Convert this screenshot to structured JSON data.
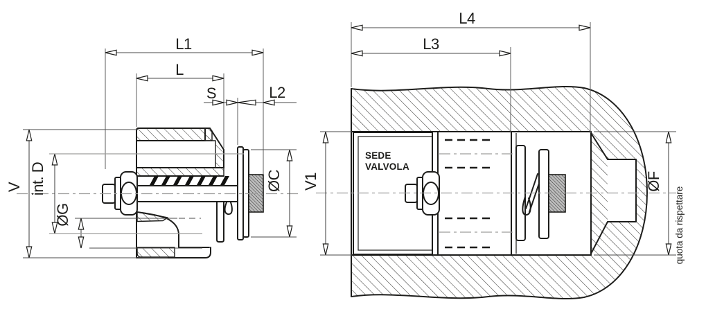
{
  "drawing": {
    "type": "technical-section-drawing",
    "left_view": {
      "dim_labels": {
        "L1": "L1",
        "L": "L",
        "S": "S",
        "L2": "L2",
        "V": "V",
        "intD": "int. D",
        "OG": "ØG",
        "OC": "ØC"
      }
    },
    "right_view": {
      "dim_labels": {
        "L4": "L4",
        "L3": "L3",
        "V1": "V1",
        "OF": "ØF"
      },
      "seat_label_line1": "SEDE",
      "seat_label_line2": "VALVOLA",
      "note": "quota da rispettare"
    },
    "colors": {
      "line": "#1d1d1b",
      "dim_line": "#4a4a4a",
      "centerline": "#9d9d9c",
      "background": "#ffffff",
      "seal_fill": "#bdbdbd"
    }
  }
}
